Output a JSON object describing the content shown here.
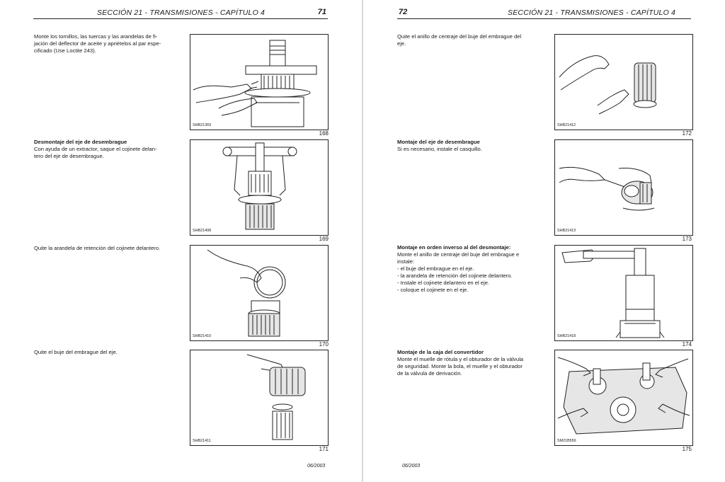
{
  "left_page": {
    "header_title": "SECCIÓN 21 - TRANSMISIONES - CAPÍTULO  4",
    "page_number": "71",
    "footer": "06/2003",
    "blocks": [
      {
        "heading": "",
        "lines": [
          "Monte los tornillos, las tuercas y las arandelas  de fi-",
          "jación del deflector de aceite y apriételos al par espe-",
          "cificado (Use Loctite 243)."
        ],
        "figure_code": "SHB21369",
        "figure_number": "168"
      },
      {
        "heading": "Desmontaje del eje de desembrague",
        "lines": [
          "Con ayuda de un extractor, saque el cojinete delan-",
          "tero del eje de desembrague."
        ],
        "figure_code": "SHB21408",
        "figure_number": "169"
      },
      {
        "heading": "",
        "lines": [
          "Quite la arandela de retención del cojinete delantero."
        ],
        "figure_code": "SHB21410",
        "figure_number": "170"
      },
      {
        "heading": "",
        "lines": [
          "Quite el buje del embrague del eje."
        ],
        "figure_code": "SHB21411",
        "figure_number": "171"
      }
    ]
  },
  "right_page": {
    "header_title": "SECCIÓN 21 - TRANSMISIONES - CAPÍTULO 4",
    "page_number": "72",
    "footer": "06/2003",
    "blocks": [
      {
        "heading": "",
        "lines": [
          "Quite el anillo de centraje del buje del embrague del",
          "eje."
        ],
        "figure_code": "SHB21412",
        "figure_number": "172"
      },
      {
        "heading": "Montaje del eje de desembrague",
        "lines": [
          "Si es necesario, instale el casquillo."
        ],
        "figure_code": "SHB21413",
        "figure_number": "173"
      },
      {
        "heading": "Montaje en orden inverso al del desmontaje:",
        "lines": [
          "Monte el anillo de centraje del buje del embrague e",
          "instale:",
          "- el buje del embrague en el eje.",
          "- la arandela de retención del cojinete delantero.",
          "- Instale el cojinete delantero en el eje.",
          "- coloque el cojinete en el eje."
        ],
        "figure_code": "SHB21418",
        "figure_number": "174"
      },
      {
        "heading": "Montaje de la caja del convertidor",
        "lines": [
          "Monte el muelle de rótula y el obturador de la válvula",
          "de seguridad. Monte la bola, el muelle y el obturador",
          "de la válvula de derivación."
        ],
        "figure_code": "SM21B556",
        "figure_number": "175"
      }
    ]
  }
}
